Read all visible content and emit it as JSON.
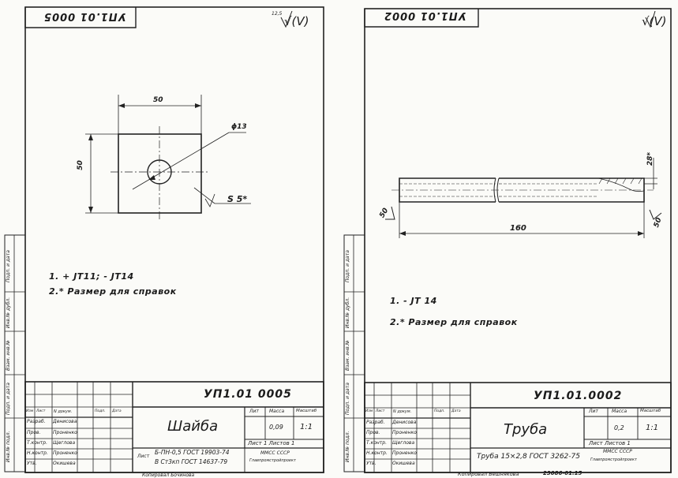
{
  "left": {
    "stamp_code": "УП1.01 0005",
    "surface_roughness": "12,5",
    "surface_mark": "√(V)",
    "dimensions": {
      "width": "50",
      "height": "50",
      "hole": "ϕ13",
      "thickness": "S 5*"
    },
    "notes": [
      "1. + JT11; - JT14",
      "2.* Размер для справок"
    ],
    "side_labels": [
      "Подп. и дата",
      "Инв.№ дубл.",
      "Взам. инв.№",
      "Подп. и дата",
      "Инв.№ подл."
    ],
    "title_block": {
      "designation": "УП1.01 0005",
      "name": "Шайба",
      "material": [
        "Б-ПН-0,5 ГОСТ 19903-74",
        "В Ст3кп ГОСТ 14637-79"
      ],
      "material_prefix": "Лист",
      "mass": "0,09",
      "scale": "1:1",
      "headers": {
        "lit": "Лит",
        "mass": "Масса",
        "scale": "Масштаб"
      },
      "sheet_info": "Лист 1  Листов 1",
      "org": [
        "ММСС  СССР",
        "Главпромстройпроект"
      ],
      "roles": [
        {
          "role": "Разраб.",
          "name": "Денисова"
        },
        {
          "role": "Пров.",
          "name": "Проненко"
        },
        {
          "role": "Т.контр.",
          "name": "Щеглова"
        },
        {
          "role": "Н.контр.",
          "name": "Проненко"
        },
        {
          "role": "Утв.",
          "name": "Окишева"
        }
      ],
      "change_headers": [
        "Изм",
        "Лист",
        "N докум.",
        "Подп.",
        "Дата"
      ]
    },
    "bottom_caption": "Копировал   Бочинова"
  },
  "right": {
    "stamp_code": "УП1.01 0002",
    "surface_mark": "√(V)",
    "dimensions": {
      "length": "160",
      "dia": "28*",
      "rough_left": "50",
      "rough_right": "50"
    },
    "notes": [
      "1. - JT 14",
      "2.* Размер для справок"
    ],
    "side_labels": [
      "Подп. и дата",
      "Инв.№ дубл.",
      "Взам. инв.№",
      "Подп. и дата",
      "Инв.№ подл."
    ],
    "title_block": {
      "designation": "УП1.01.0002",
      "name": "Труба",
      "material": "Труба 15×2,8 ГОСТ 3262-75",
      "mass": "0,2",
      "scale": "1:1",
      "headers": {
        "lit": "Лит",
        "mass": "Масса",
        "scale": "Масштаб"
      },
      "sheet_info": "Лист  Листов 1",
      "org": [
        "ММСС   СССР",
        "Главпромстройпроект"
      ],
      "roles": [
        {
          "role": "Разраб.",
          "name": "Денисова"
        },
        {
          "role": "Пров.",
          "name": "Проненко"
        },
        {
          "role": "Т.контр.",
          "name": "Щеглова"
        },
        {
          "role": "Н.контр.",
          "name": "Проненко"
        },
        {
          "role": "Утв.",
          "name": "Окишева"
        }
      ],
      "change_headers": [
        "Изм",
        "Лист",
        "N докум.",
        "Подп.",
        "Дата"
      ]
    },
    "bottom_caption": "Копировал  Вешнякова",
    "bottom_code": "23086-01.15"
  }
}
